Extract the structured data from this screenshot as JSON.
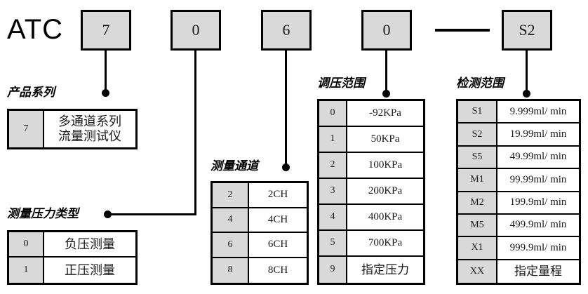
{
  "model": {
    "brand": "ATC",
    "boxes": [
      {
        "name": "series",
        "value": "7"
      },
      {
        "name": "pressure-type",
        "value": "0"
      },
      {
        "name": "channels",
        "value": "6"
      },
      {
        "name": "pressure-range",
        "value": "0"
      },
      {
        "name": "separator",
        "value": "—"
      },
      {
        "name": "detection-range",
        "value": "S2"
      }
    ]
  },
  "groups": {
    "series": {
      "caption": "产品系列",
      "rows": [
        {
          "key": "7",
          "value": "多通道系列\n流量测试仪"
        }
      ]
    },
    "pressure_type": {
      "caption": "测量压力类型",
      "rows": [
        {
          "key": "0",
          "value": "负压测量"
        },
        {
          "key": "1",
          "value": "正压测量"
        }
      ]
    },
    "channels": {
      "caption": "测量通道",
      "rows": [
        {
          "key": "2",
          "value": "2CH"
        },
        {
          "key": "4",
          "value": "4CH"
        },
        {
          "key": "6",
          "value": "6CH"
        },
        {
          "key": "8",
          "value": "8CH"
        }
      ]
    },
    "pressure_range": {
      "caption": "调压范围",
      "rows": [
        {
          "key": "0",
          "value": "-92KPa"
        },
        {
          "key": "1",
          "value": "50KPa"
        },
        {
          "key": "2",
          "value": "100KPa"
        },
        {
          "key": "3",
          "value": "200KPa"
        },
        {
          "key": "4",
          "value": "400KPa"
        },
        {
          "key": "5",
          "value": "700KPa"
        },
        {
          "key": "9",
          "value": "指定压力"
        }
      ]
    },
    "detection_range": {
      "caption": "检测范围",
      "rows": [
        {
          "key": "S1",
          "value": "9.999ml/ min"
        },
        {
          "key": "S2",
          "value": "19.99ml/ min"
        },
        {
          "key": "S5",
          "value": "49.99ml/ min"
        },
        {
          "key": "M1",
          "value": "99.99ml/ min"
        },
        {
          "key": "M2",
          "value": "199.9ml/ min"
        },
        {
          "key": "M5",
          "value": "499.9ml/ min"
        },
        {
          "key": "X1",
          "value": "999.9ml/ min"
        },
        {
          "key": "XX",
          "value": "指定量程"
        }
      ]
    }
  },
  "colors": {
    "line": "#000000",
    "box_fill": "#d9d9d9",
    "cell_fill": "#ffffff"
  }
}
